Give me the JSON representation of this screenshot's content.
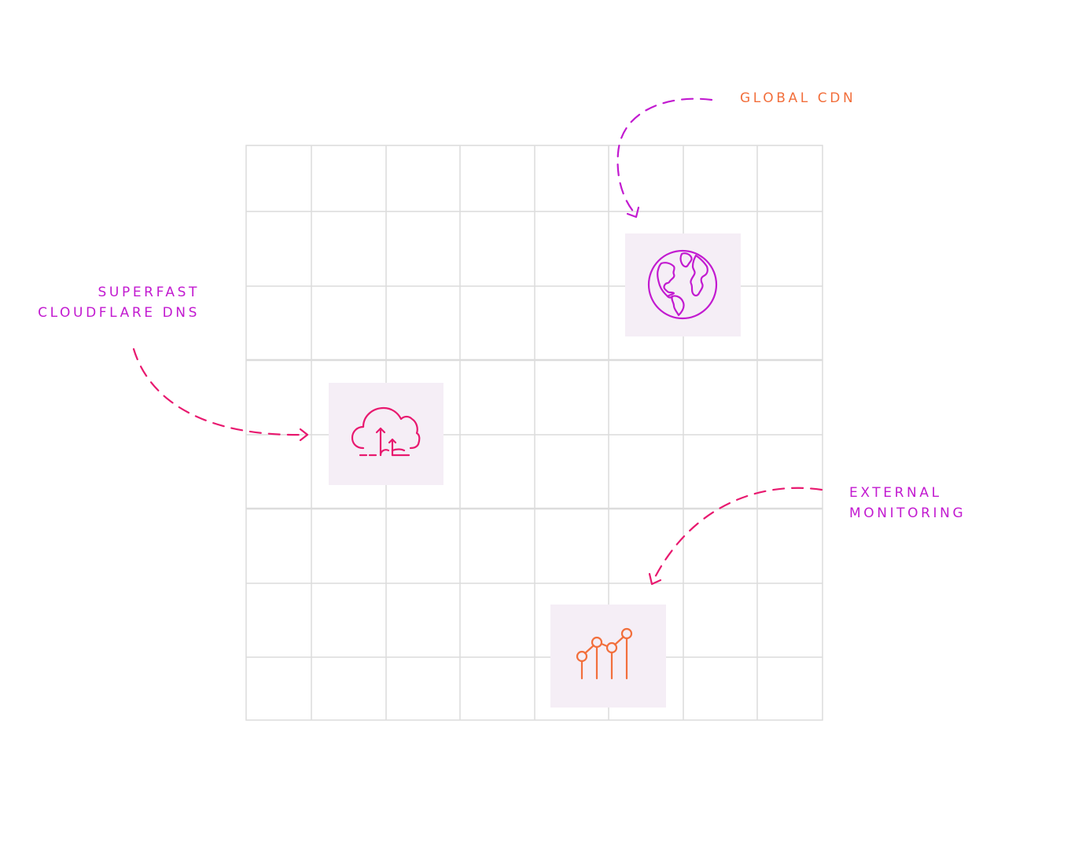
{
  "labels": {
    "global_cdn": "GLOBAL CDN",
    "dns_line1": "SUPERFAST",
    "dns_line2": "CLOUDFLARE DNS",
    "monitoring_line1": "EXTERNAL",
    "monitoring_line2": "MONITORING"
  },
  "icons": {
    "globe": "globe-icon",
    "cloud": "cloud-upload-icon",
    "chart": "line-chart-icon"
  },
  "colors": {
    "grid_line": "#dcdcdc",
    "tile_bg": "#f5eef6",
    "orange": "#f26f3c",
    "magenta": "#c21ad0",
    "pink": "#e8196f"
  }
}
